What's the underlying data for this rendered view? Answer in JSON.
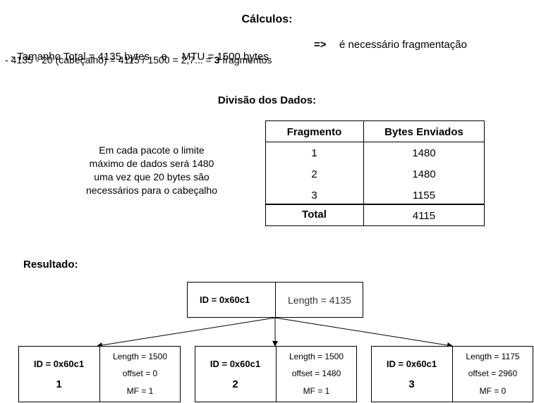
{
  "calc": {
    "title": "Cálculos:",
    "line1_a": "- Tamanho Total = 4135 bytes    e     MTU = 1500 bytes",
    "line1_arrow": "=>",
    "line1_b": "é necessário fragmentação",
    "line2_a": "- 4135 - 20 (cabeçalho) = 4115 / 1500 = 2,7... = ",
    "line2_bold": "3",
    "line2_b": " fragmentos"
  },
  "division": {
    "title": "Divisão dos Dados:",
    "note": [
      "Em cada pacote o limite",
      "máximo de dados será 1480",
      "uma vez que 20 bytes são",
      "necessários para o cabeçalho"
    ],
    "headers": [
      "Fragmento",
      "Bytes Enviados"
    ],
    "rows": [
      {
        "fragment": "1",
        "bytes": "1480"
      },
      {
        "fragment": "2",
        "bytes": "1480"
      },
      {
        "fragment": "3",
        "bytes": "1155"
      }
    ],
    "total_label": "Total",
    "total_value": "4115"
  },
  "result": {
    "title": "Resultado:",
    "original": {
      "id": "ID = 0x60c1",
      "length": "Length = 4135"
    },
    "fragments": [
      {
        "id": "ID = 0x60c1",
        "number": "1",
        "length": "Length = 1500",
        "offset": "offset = 0",
        "mf": "MF = 1"
      },
      {
        "id": "ID = 0x60c1",
        "number": "2",
        "length": "Length = 1500",
        "offset": "offset = 1480",
        "mf": "MF = 1"
      },
      {
        "id": "ID = 0x60c1",
        "number": "3",
        "length": "Length = 1175",
        "offset": "offset = 2960",
        "mf": "MF = 0"
      }
    ]
  }
}
